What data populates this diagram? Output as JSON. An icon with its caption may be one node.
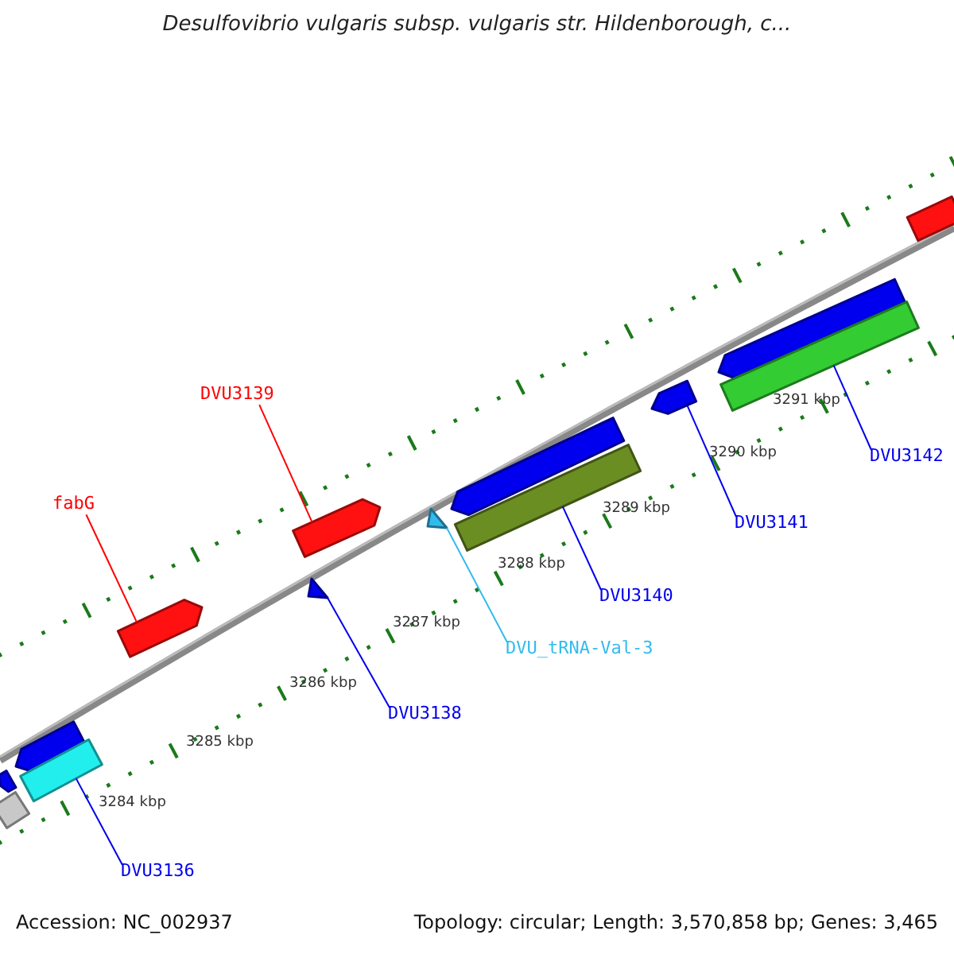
{
  "diagram": {
    "title": "Desulfovibrio vulgaris subsp. vulgaris str. Hildenborough, c...",
    "nodes": [
      {
        "text": [],
        "shape": "arrow"
      },
      {
        "text": [],
        "shape": "bar"
      },
      {
        "text": [],
        "shape": "arrow"
      },
      {
        "text": [],
        "shape": "bar"
      },
      {
        "text": [],
        "shape": "arrow"
      },
      {
        "text": [],
        "shape": "arrow"
      },
      {
        "text": [],
        "shape": "triangle"
      },
      {
        "text": [],
        "shape": "triangle"
      },
      {
        "text": [],
        "shape": "arrow"
      },
      {
        "text": [],
        "shape": "bar"
      },
      {
        "text": [],
        "shape": "arrow"
      },
      {
        "text": [],
        "shape": "arrow"
      },
      {
        "text": [],
        "shape": "bar"
      },
      {
        "text": [],
        "shape": "bar"
      },
      {
        "text": [
          "DVU3139"
        ]
      },
      {
        "text": [
          "DVU3142"
        ]
      },
      {
        "text": [
          "fabG"
        ]
      },
      {
        "text": [
          "DVU3141"
        ]
      },
      {
        "text": [
          "DVU3140"
        ]
      },
      {
        "text": [
          "DVU_tRNA-Val-3"
        ]
      },
      {
        "text": [
          "DVU3138"
        ]
      },
      {
        "text": [
          "DVU3136"
        ]
      }
    ],
    "edges": [
      {
        "from": 14,
        "to": 5,
        "arrow": "none",
        "color": "#ff0000"
      },
      {
        "from": 15,
        "to": 12,
        "arrow": "none"
      },
      {
        "from": 16,
        "to": 4,
        "arrow": "none",
        "color": "#ff0000"
      },
      {
        "from": 17,
        "to": 10,
        "arrow": "none"
      },
      {
        "from": 18,
        "to": 9,
        "arrow": "none"
      },
      {
        "from": 19,
        "to": 7,
        "arrow": "none",
        "color": "#33bbee"
      },
      {
        "from": 20,
        "to": 6,
        "arrow": "none"
      },
      {
        "from": 21,
        "to": 3,
        "arrow": "none"
      }
    ],
    "labels": [
      "3291 kbp",
      "3290 kbp",
      "3289 kbp",
      "3288 kbp",
      "3287 kbp",
      "3286 kbp",
      "3285 kbp",
      "3284 kbp",
      "Accession: NC_002937",
      "Topology: circular; Length: 3,570,858 bp; Genes: 3,465"
    ]
  }
}
